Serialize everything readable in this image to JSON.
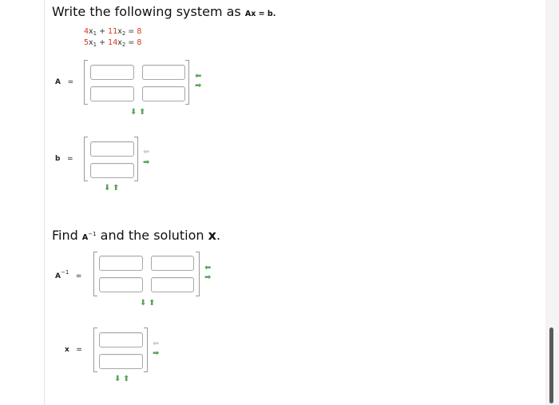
{
  "prompt1": {
    "text": "Write the following system as",
    "expr": "Ax = b",
    "period": "."
  },
  "system": [
    {
      "c1": "4",
      "v1": "x",
      "s1": "1",
      "plus": "+",
      "c2": "11",
      "v2": "x",
      "s2": "2",
      "eq": "=",
      "rhs": "8"
    },
    {
      "c1": "5",
      "v1": "x",
      "s1": "1",
      "plus": "+",
      "c2": "14",
      "v2": "x",
      "s2": "2",
      "eq": "=",
      "rhs": "8"
    }
  ],
  "labels": {
    "A": "A",
    "b": "b",
    "Ainv_base": "A",
    "Ainv_sup": "−1",
    "x": "x",
    "equals": "="
  },
  "prompt2": {
    "find": "Find",
    "Ainv_base": "A",
    "Ainv_sup": "−1",
    "middle": "and the solution",
    "x": "x",
    "period": "."
  },
  "arrows": {
    "left": "⬅",
    "right": "➡",
    "down": "⬇",
    "up": "⬆"
  },
  "matrices": {
    "A": {
      "rows": 2,
      "cols": 2,
      "cells": [
        "",
        "",
        "",
        ""
      ]
    },
    "b": {
      "rows": 2,
      "cols": 1,
      "cells": [
        "",
        ""
      ]
    },
    "Ainv": {
      "rows": 2,
      "cols": 2,
      "cells": [
        "",
        "",
        "",
        ""
      ]
    },
    "x": {
      "rows": 2,
      "cols": 1,
      "cells": [
        "",
        ""
      ]
    }
  },
  "colors": {
    "accent_red": "#d9331f",
    "arrow_green": "#5aa55a",
    "arrow_disabled": "#cfcfcf"
  }
}
